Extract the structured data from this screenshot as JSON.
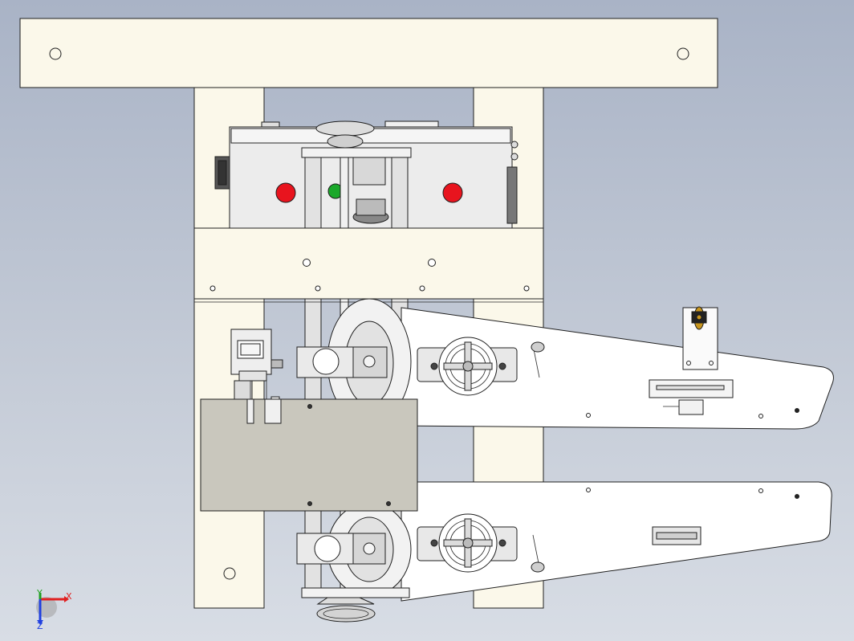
{
  "viewport": {
    "background_top": "#a9b3c6",
    "background_bottom": "#d8dde5"
  },
  "colors": {
    "frame_fill": "#fbf8ea",
    "panel_fill": "#c9c7bd",
    "steel_fill": "#e6e6e6",
    "indicator_red": "#e8141e",
    "indicator_green": "#1aa82a",
    "pulley_accent": "#c8961e",
    "axis_x": "#e02020",
    "axis_y": "#20a020",
    "axis_z": "#2040e0"
  },
  "triad": {
    "x_label": "X",
    "y_label": "Y",
    "z_label": "Z"
  },
  "icons": [
    "coordinate-triad-icon",
    "indicator-lamp-icon",
    "handwheel-icon"
  ]
}
